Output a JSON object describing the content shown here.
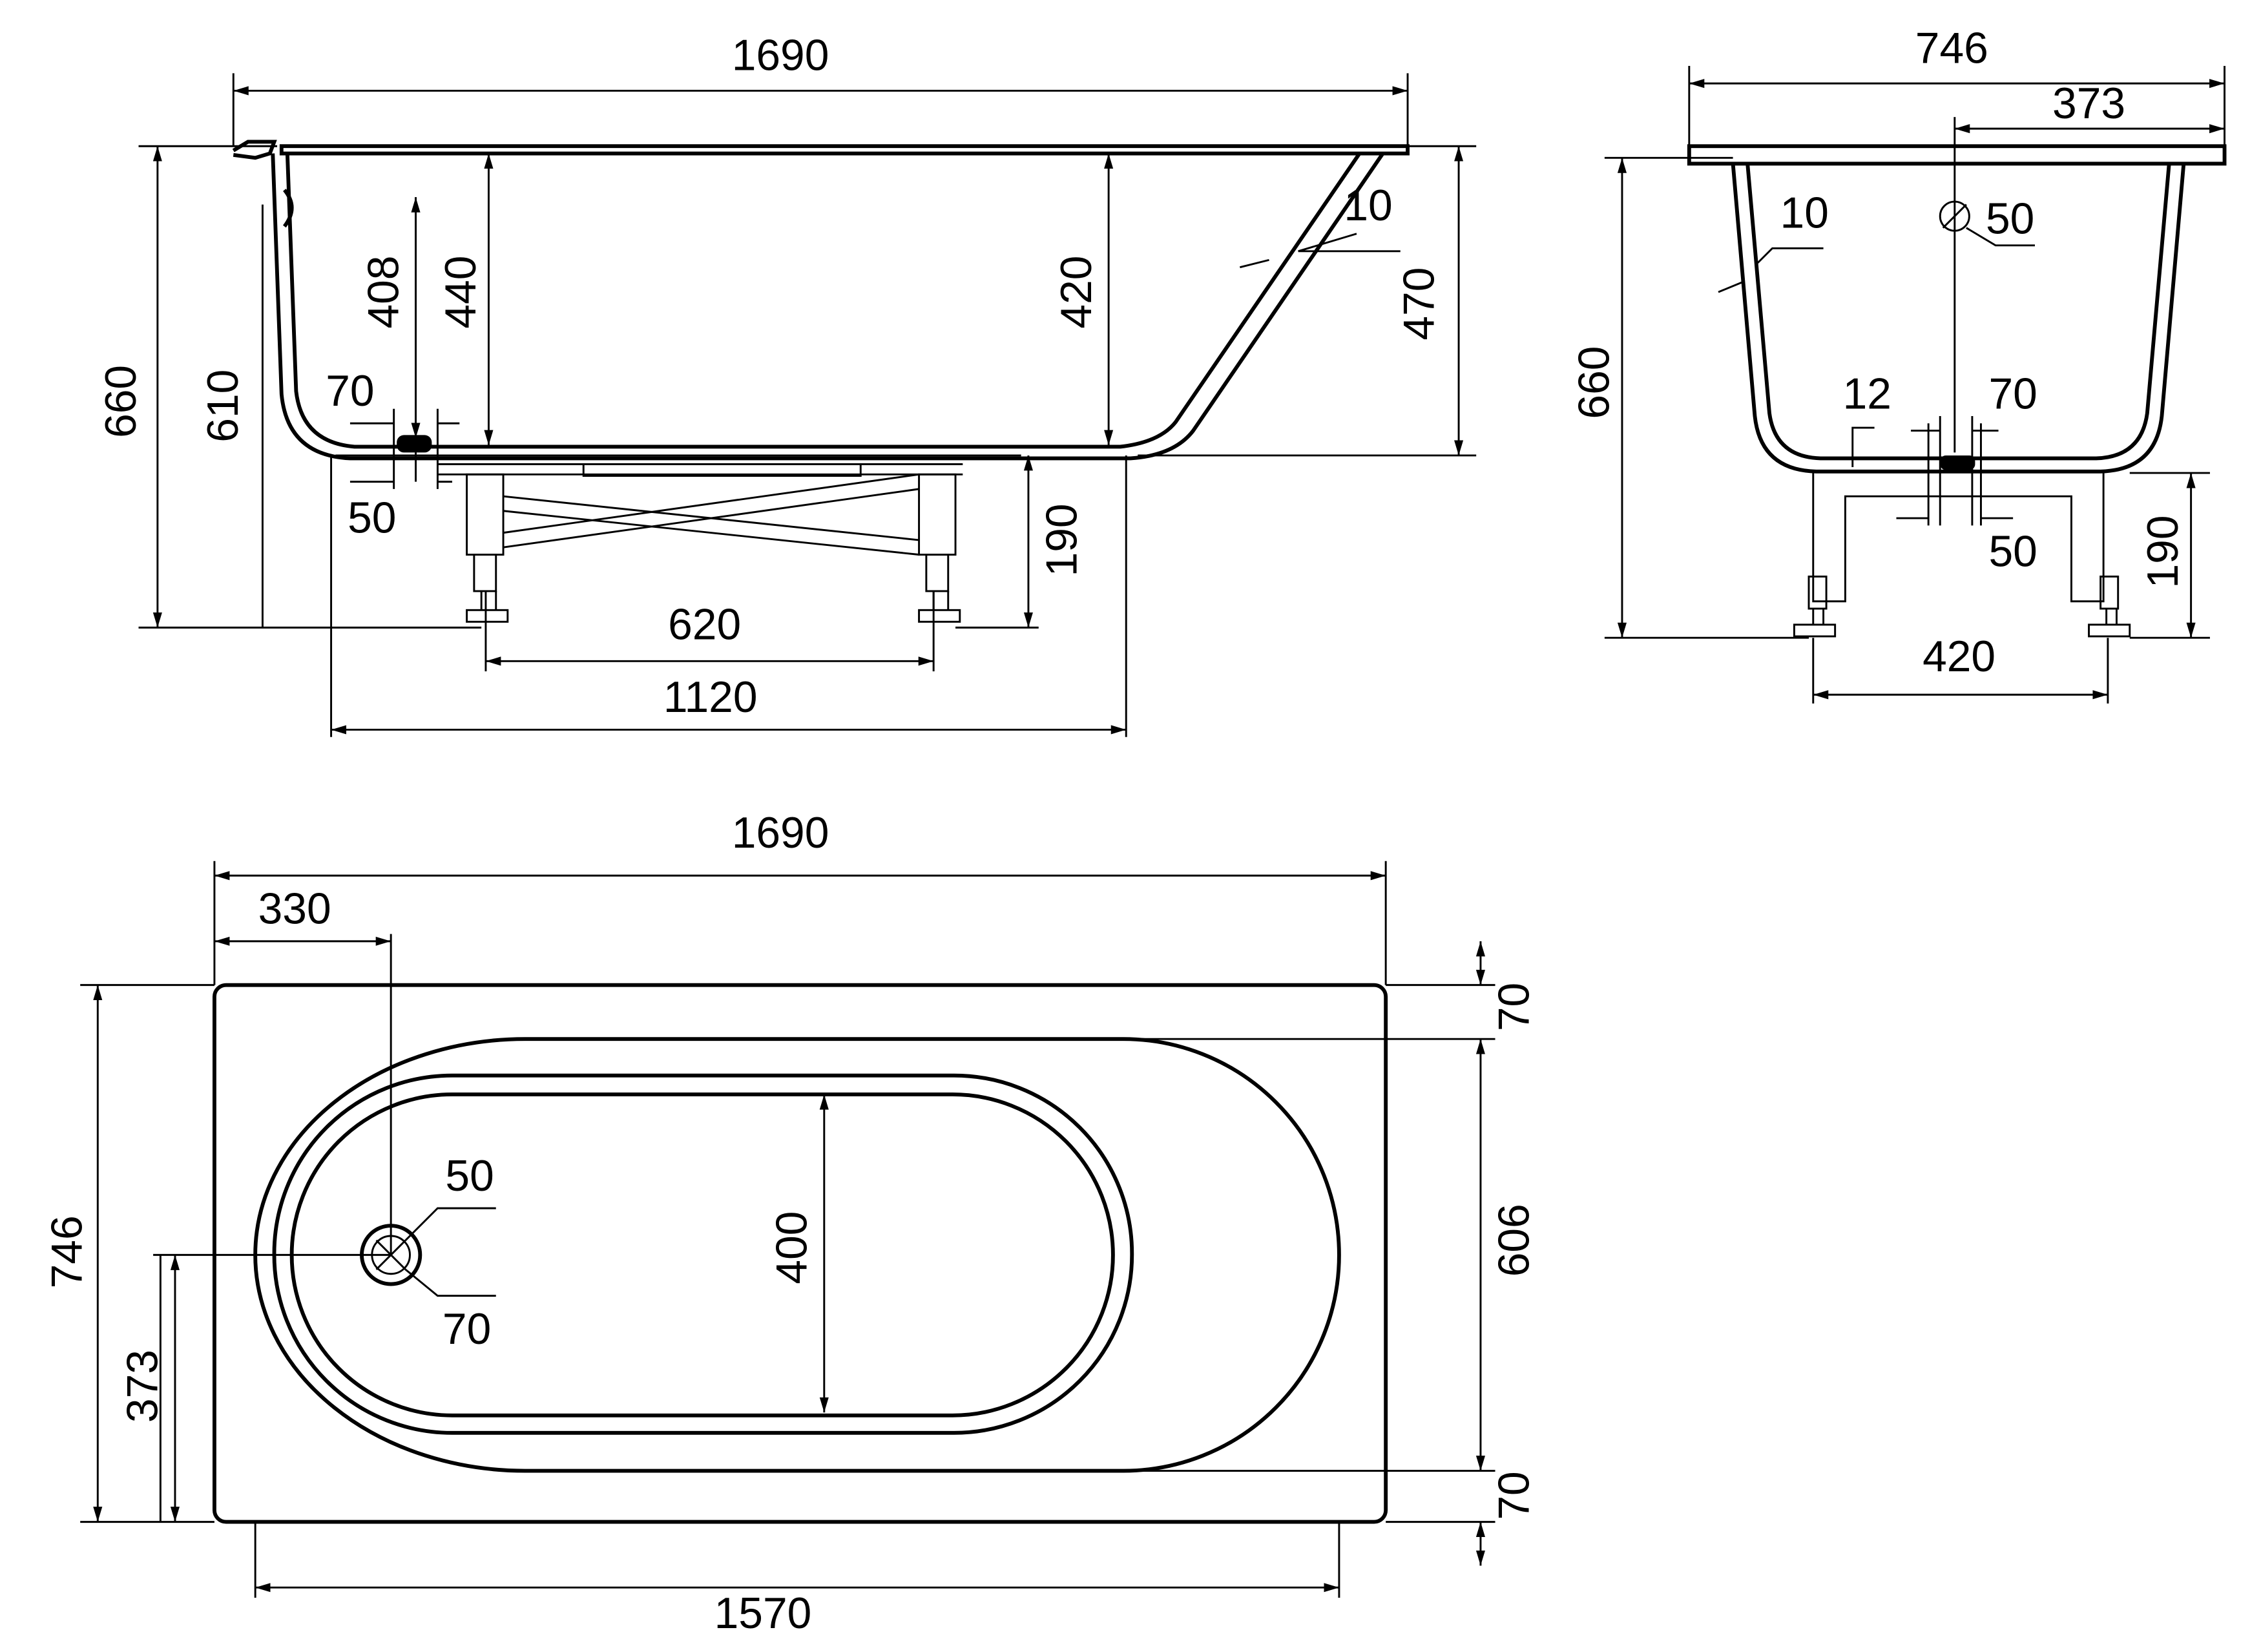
{
  "side_view": {
    "length": "1690",
    "height_total": "660",
    "height_body": "610",
    "depth_drain": "408",
    "depth_left": "440",
    "depth_right": "420",
    "wall": "10",
    "rim_height": "470",
    "drain_offset": "70",
    "drain_dia": "50",
    "leg_height": "190",
    "leg_spacing": "620",
    "frame_length": "1120"
  },
  "end_view": {
    "width": "746",
    "half_width": "373",
    "overflow_dia": "50",
    "wall": "10",
    "height_total": "660",
    "bottom_thk": "12",
    "drain_outer": "70",
    "drain_inner": "50",
    "leg_height": "190",
    "leg_spacing": "420"
  },
  "top_view": {
    "length": "1690",
    "drain_pos": "330",
    "width": "746",
    "drain_center": "373",
    "drain_inner": "50",
    "drain_outer": "70",
    "inner_width": "400",
    "bowl_width": "606",
    "rim_top": "70",
    "rim_bottom": "70",
    "bowl_length": "1570"
  }
}
